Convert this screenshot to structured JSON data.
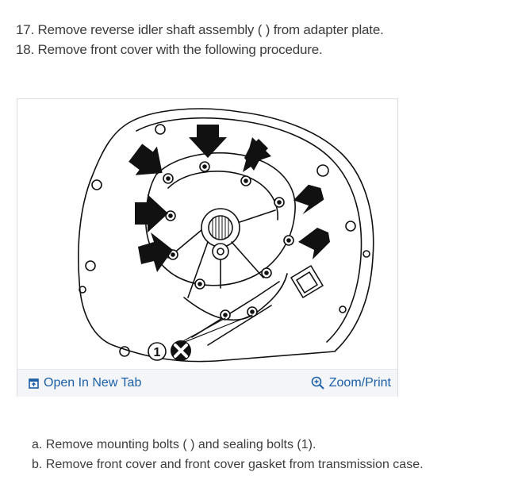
{
  "steps": {
    "step17": "17. Remove reverse idler shaft assembly ( ) from adapter plate.",
    "step18": "18. Remove front cover with the following procedure."
  },
  "figure": {
    "callout_number": "1",
    "toolbar": {
      "open_tab_label": "Open In New Tab",
      "zoom_label": "Zoom/Print",
      "open_tab_icon": "open-in-new-tab-icon",
      "zoom_icon": "zoom-magnifier-icon"
    },
    "link_color": "#1b5fa6"
  },
  "substeps": {
    "a": "a. Remove mounting bolts ( ) and sealing bolts (1).",
    "b": "b. Remove front cover and front cover gasket from transmission case."
  }
}
